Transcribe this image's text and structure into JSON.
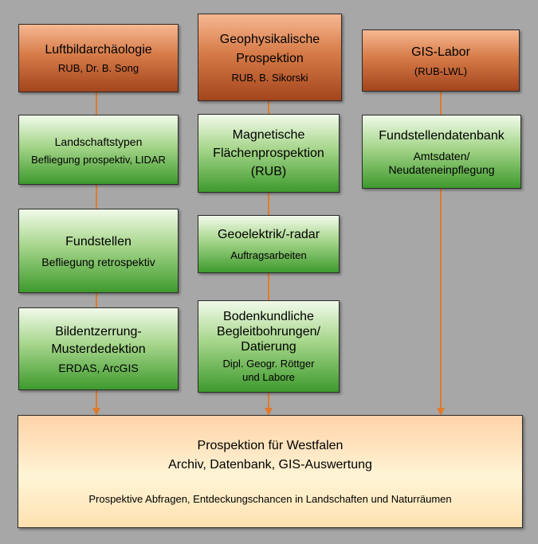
{
  "colors": {
    "connector": "#e07a2c",
    "background": "#a7a7a7"
  },
  "columns": [
    {
      "header": {
        "title": [
          "Luftbildarchäologie"
        ],
        "subtitle": [
          "RUB, Dr. B. Song"
        ]
      },
      "steps": [
        {
          "title": [
            "Landschaftstypen"
          ],
          "subtitle": [
            "Befliegung prospektiv, LIDAR"
          ]
        },
        {
          "title": [
            "Fundstellen"
          ],
          "subtitle": [
            "Befliegung retrospektiv"
          ]
        },
        {
          "title": [
            "Bildentzerrung-",
            "Musterdedektion"
          ],
          "subtitle": [
            "ERDAS, ArcGIS"
          ]
        }
      ]
    },
    {
      "header": {
        "title": [
          "Geophysikalische",
          "Prospektion"
        ],
        "subtitle": [
          "RUB, B. Sikorski"
        ]
      },
      "steps": [
        {
          "title": [
            "Magnetische",
            "Flächenprospektion",
            "(RUB)"
          ],
          "subtitle": []
        },
        {
          "title": [
            "Geoelektrik/-radar"
          ],
          "subtitle": [
            "Auftragsarbeiten"
          ]
        },
        {
          "title": [
            "Bodenkundliche",
            "Begleitbohrungen/",
            "Datierung"
          ],
          "subtitle": [
            "Dipl. Geogr. Röttger",
            "und Labore"
          ]
        }
      ]
    },
    {
      "header": {
        "title": [
          "GIS-Labor"
        ],
        "subtitle": [
          "(RUB-LWL)"
        ]
      },
      "steps": [
        {
          "title": [
            "Fundstellendatenbank"
          ],
          "subtitle": [
            "Amtsdaten/",
            "Neudateneinpflegung"
          ]
        }
      ]
    }
  ],
  "result": {
    "title": [
      "Prospektion für Westfalen",
      "Archiv, Datenbank, GIS-Auswertung"
    ],
    "subtitle": "Prospektive Abfragen, Entdeckungschancen in Landschaften und Naturräumen"
  }
}
